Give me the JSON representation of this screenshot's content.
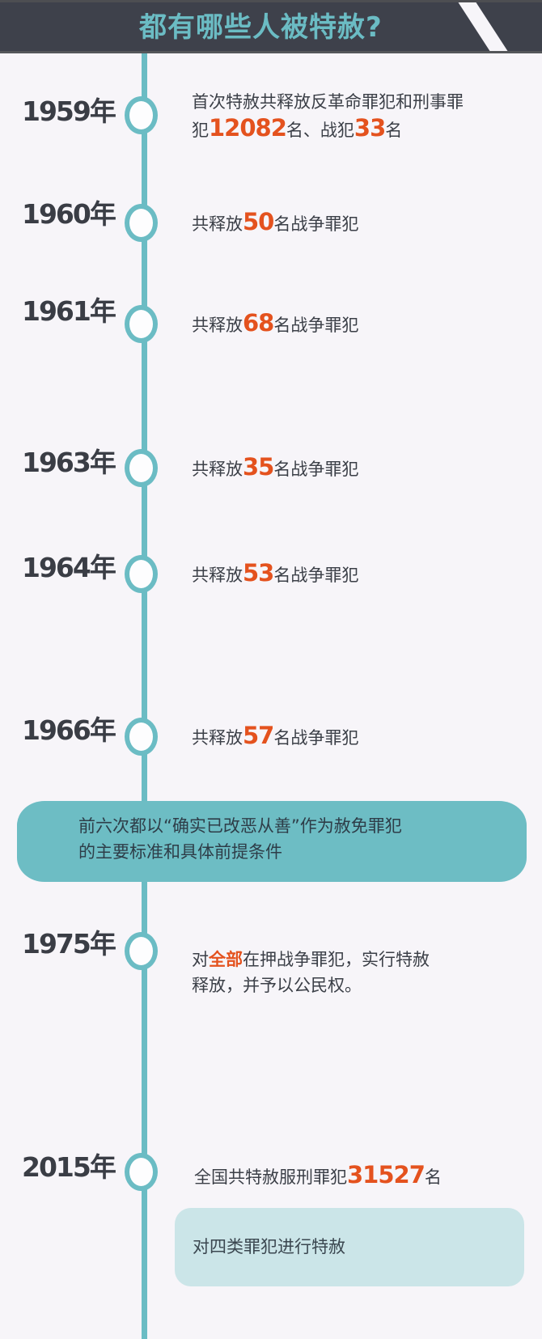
{
  "header": {
    "title": "都有哪些人被特赦?"
  },
  "colors": {
    "header_bg": "#3e414b",
    "accent_teal": "#6bbcc4",
    "highlight_orange": "#e4521e",
    "page_bg": "#f7f5f9",
    "note_bg": "#6dbdc4",
    "subnote_bg": "#cbe5e8"
  },
  "timeline": [
    {
      "year": "1959年",
      "line1": "首次特赦共释放反革命罪犯和刑事罪",
      "line2_pre": "犯",
      "num1": "12082",
      "line2_mid": "名、战犯",
      "num2": "33",
      "line2_post": "名"
    },
    {
      "year": "1960年",
      "pre": "共释放",
      "num": "50",
      "post": "名战争罪犯"
    },
    {
      "year": "1961年",
      "pre": "共释放",
      "num": "68",
      "post": "名战争罪犯"
    },
    {
      "year": "1963年",
      "pre": "共释放",
      "num": "35",
      "post": "名战争罪犯"
    },
    {
      "year": "1964年",
      "pre": "共释放",
      "num": "53",
      "post": "名战争罪犯"
    },
    {
      "year": "1966年",
      "pre": "共释放",
      "num": "57",
      "post": "名战争罪犯"
    },
    {
      "year": "1975年",
      "pre": "对",
      "highlight": "全部",
      "post": "在押战争罪犯，实行特赦",
      "line2": "释放，并予以公民权。"
    },
    {
      "year": "2015年",
      "pre": "全国共特赦服刑罪犯",
      "num": "31527",
      "post": "名"
    }
  ],
  "note": {
    "line1": "前六次都以“确实已改恶从善”作为赦免罪犯",
    "line2": "的主要标准和具体前提条件"
  },
  "subnote": {
    "text": "对四类罪犯进行特赦"
  }
}
